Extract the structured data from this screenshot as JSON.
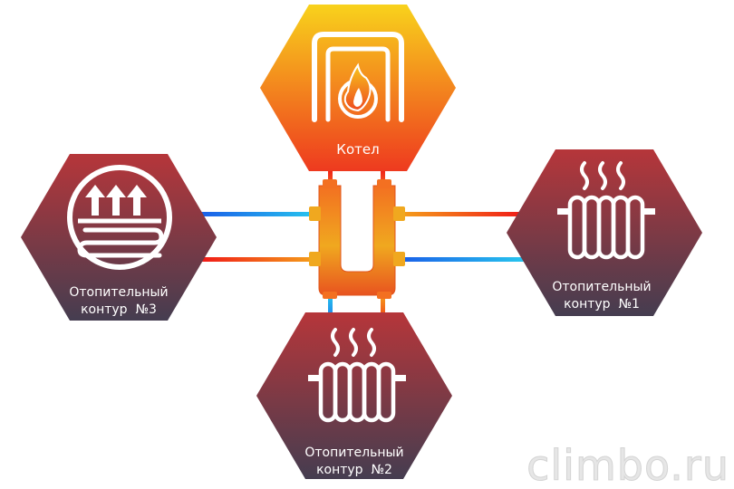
{
  "boiler": {
    "label": "Котел"
  },
  "circuits": [
    {
      "id": "circuit-1",
      "line1": "Отопительный",
      "line2": "контур  №1",
      "icon": "radiator-icon"
    },
    {
      "id": "circuit-2",
      "line1": "Отопительный",
      "line2": "контур  №2",
      "icon": "radiator-icon"
    },
    {
      "id": "circuit-3",
      "line1": "Отопительный",
      "line2": "контур  №3",
      "icon": "underfloor-heating-icon"
    }
  ],
  "watermark": "climbo.ru",
  "colors": {
    "boiler_top": "#f8d21c",
    "boiler_bottom": "#ee3a1f",
    "circuit_top": "#b6363a",
    "circuit_bottom": "#453d50",
    "hot_pipe": "#f01818",
    "cold_pipe": "#1a5ee8"
  }
}
